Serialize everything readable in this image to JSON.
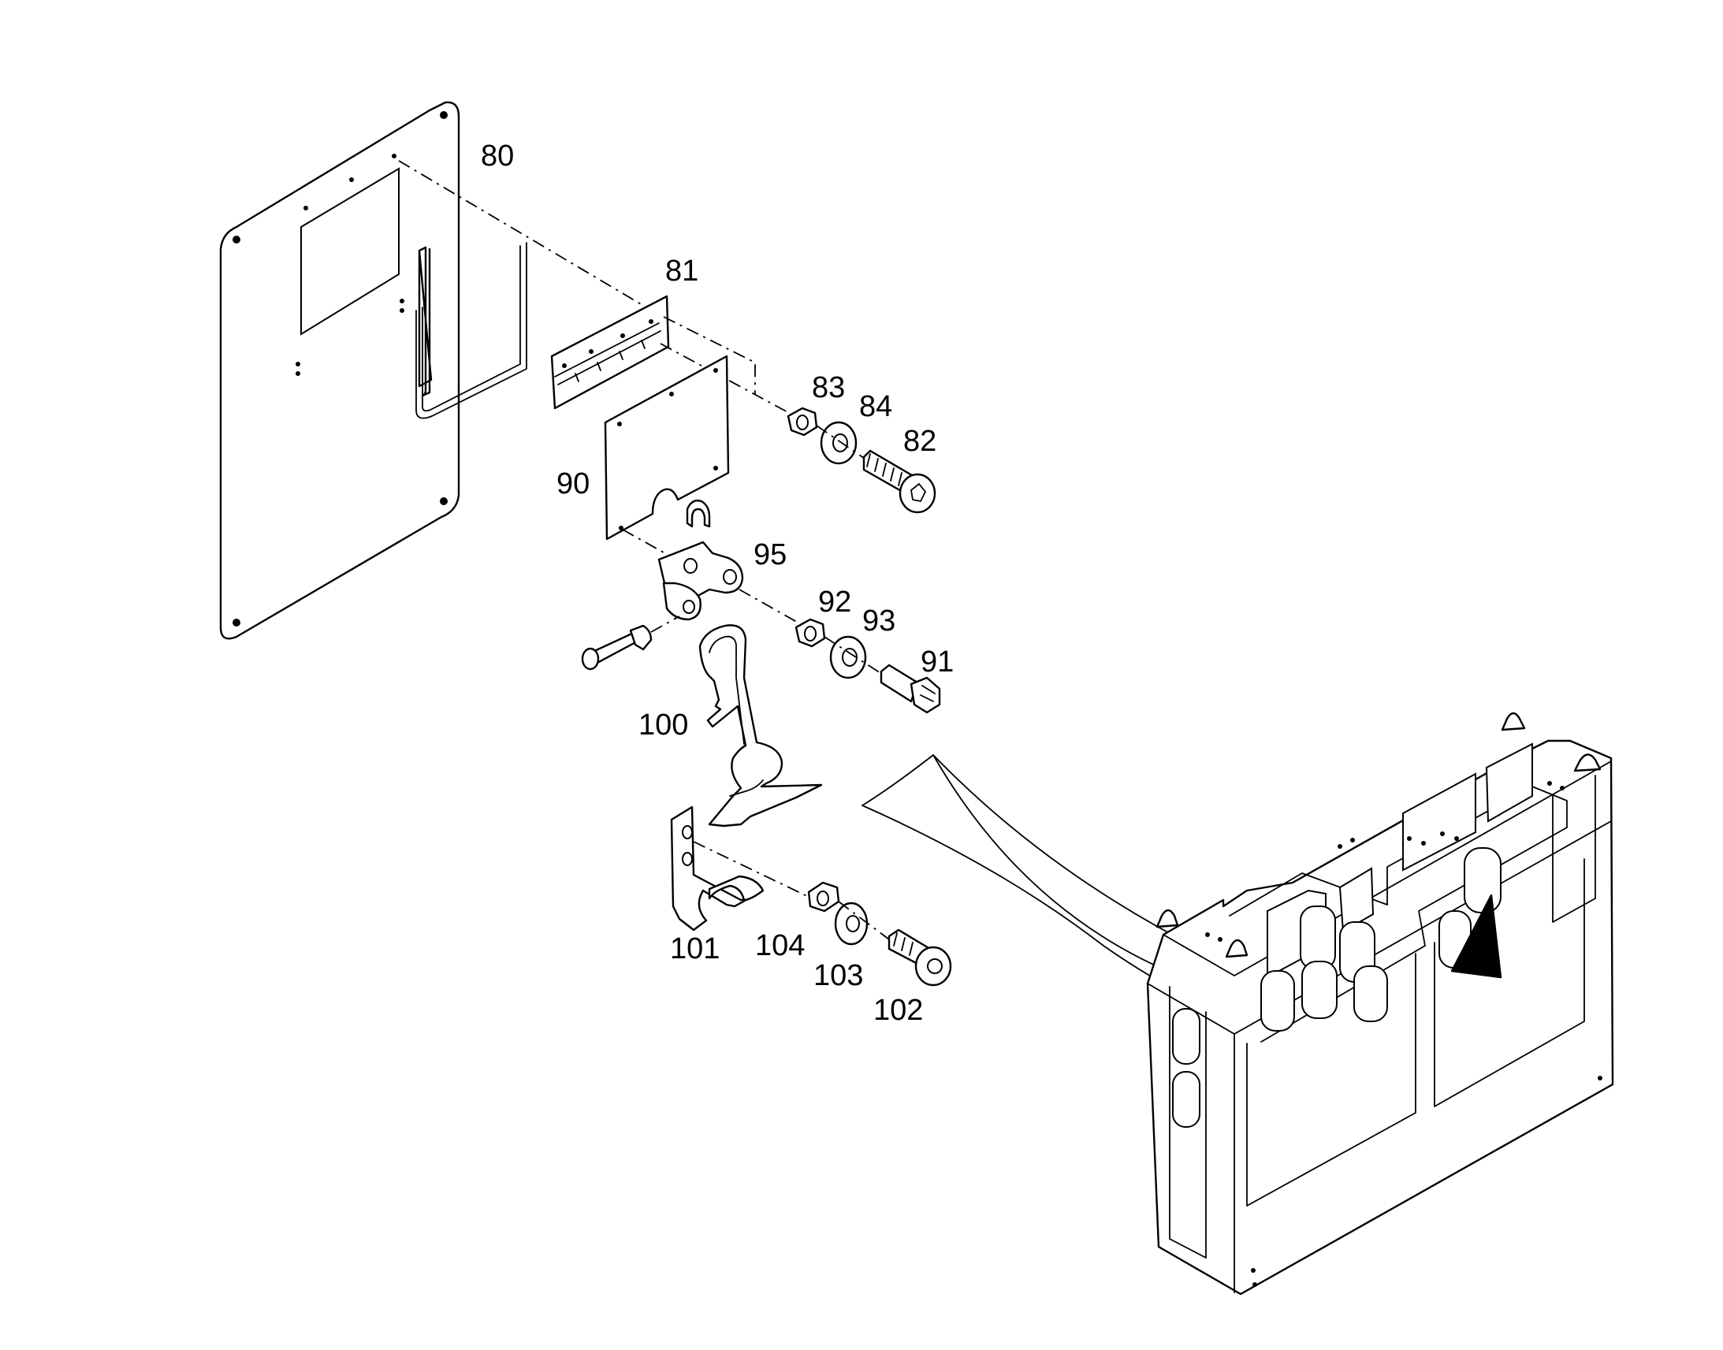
{
  "diagram": {
    "type": "exploded parts drawing",
    "callouts": {
      "c80": "80",
      "c81": "81",
      "c83": "83",
      "c84": "84",
      "c82": "82",
      "c90": "90",
      "c95": "95",
      "c92": "92",
      "c93": "93",
      "c91": "91",
      "c100": "100",
      "c101": "101",
      "c104": "104",
      "c103": "103",
      "c102": "102"
    },
    "colors": {
      "line": "#000000",
      "background": "#ffffff"
    }
  }
}
